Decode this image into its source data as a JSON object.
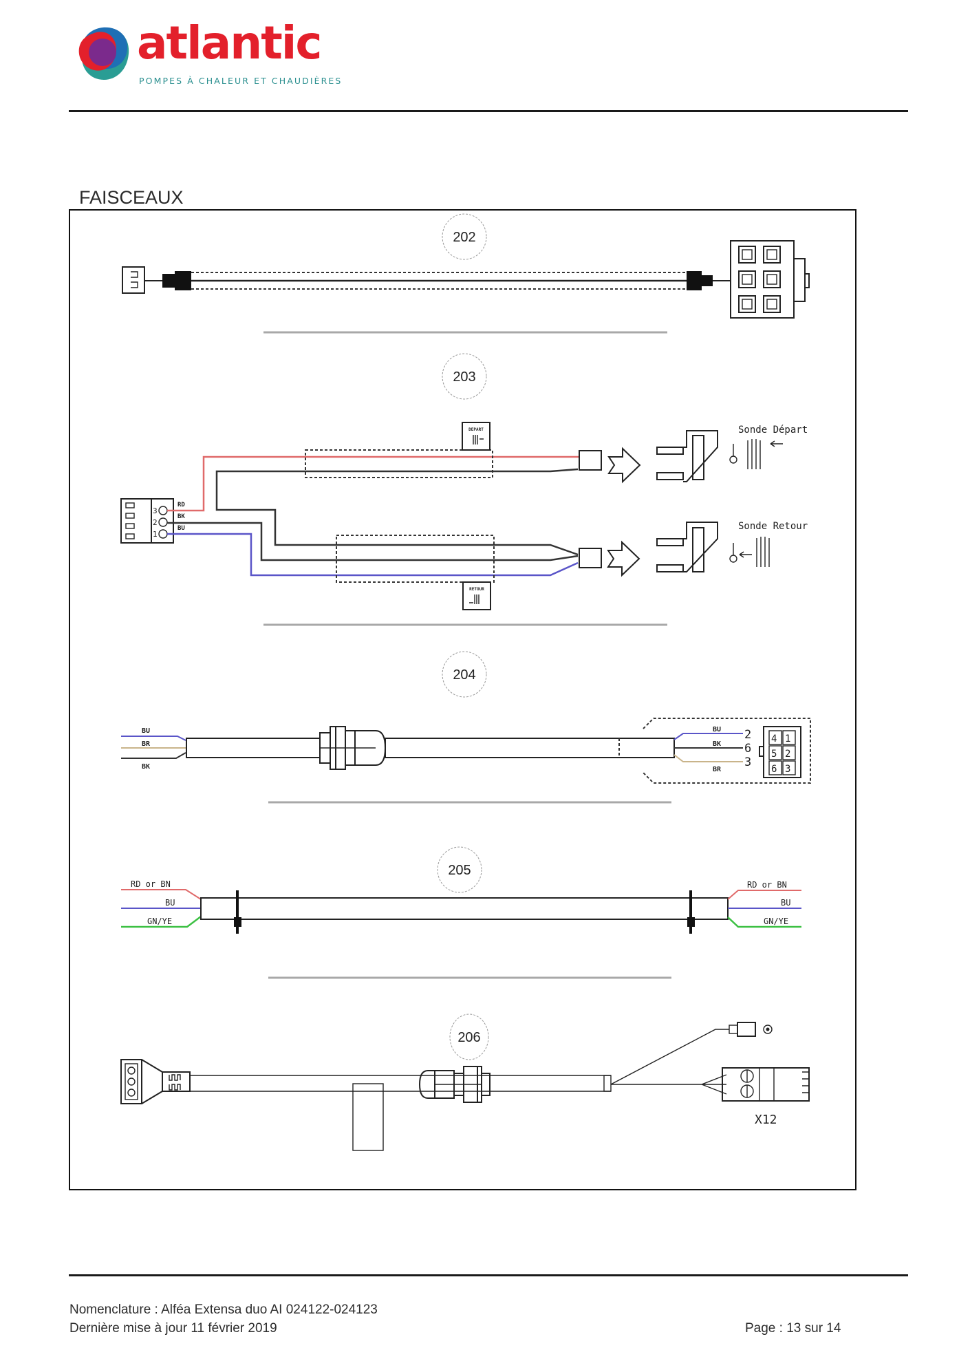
{
  "header": {
    "brand": "atlantic",
    "tagline": "POMPES À CHALEUR ET CHAUDIÈRES",
    "brand_colors": {
      "red": "#e3202b",
      "blue": "#1f6fb5",
      "purple": "#7b2a8c",
      "teal": "#2a9d94"
    }
  },
  "section_title": "FAISCEAUX",
  "diagrams": [
    {
      "id": "202",
      "label": "202"
    },
    {
      "id": "203",
      "label": "203",
      "connector_pins": [
        "3",
        "2",
        "1"
      ],
      "wire_labels": [
        "RD",
        "BK",
        "BU"
      ],
      "tag_depart": "DEPART",
      "tag_retour": "RETOUR",
      "sensor_depart": "Sonde Départ",
      "sensor_retour": "Sonde Retour"
    },
    {
      "id": "204",
      "label": "204",
      "left_wires": [
        "BU",
        "BR",
        "BK"
      ],
      "right_wires": [
        {
          "color": "BU",
          "pin": "2"
        },
        {
          "color": "BK",
          "pin": "6"
        },
        {
          "color": "BR",
          "pin": "3"
        }
      ],
      "connector_grid": [
        [
          "4",
          "1"
        ],
        [
          "5",
          "2"
        ],
        [
          "6",
          "3"
        ]
      ]
    },
    {
      "id": "205",
      "label": "205",
      "wires": [
        "RD or BN",
        "BU",
        "GN/YE"
      ]
    },
    {
      "id": "206",
      "label": "206",
      "terminal_label": "X12"
    }
  ],
  "wire_colors": {
    "RD": "#e06a6a",
    "BK": "#333333",
    "BU": "#5a55c8",
    "BR": "#c9b48a",
    "GNYE": "#3cc043"
  },
  "footer": {
    "nomenclature": "Nomenclature : Alféa Extensa duo AI 024122-024123",
    "last_update": "Dernière mise à jour 11 février 2019",
    "page": "Page : 13 sur 14"
  }
}
